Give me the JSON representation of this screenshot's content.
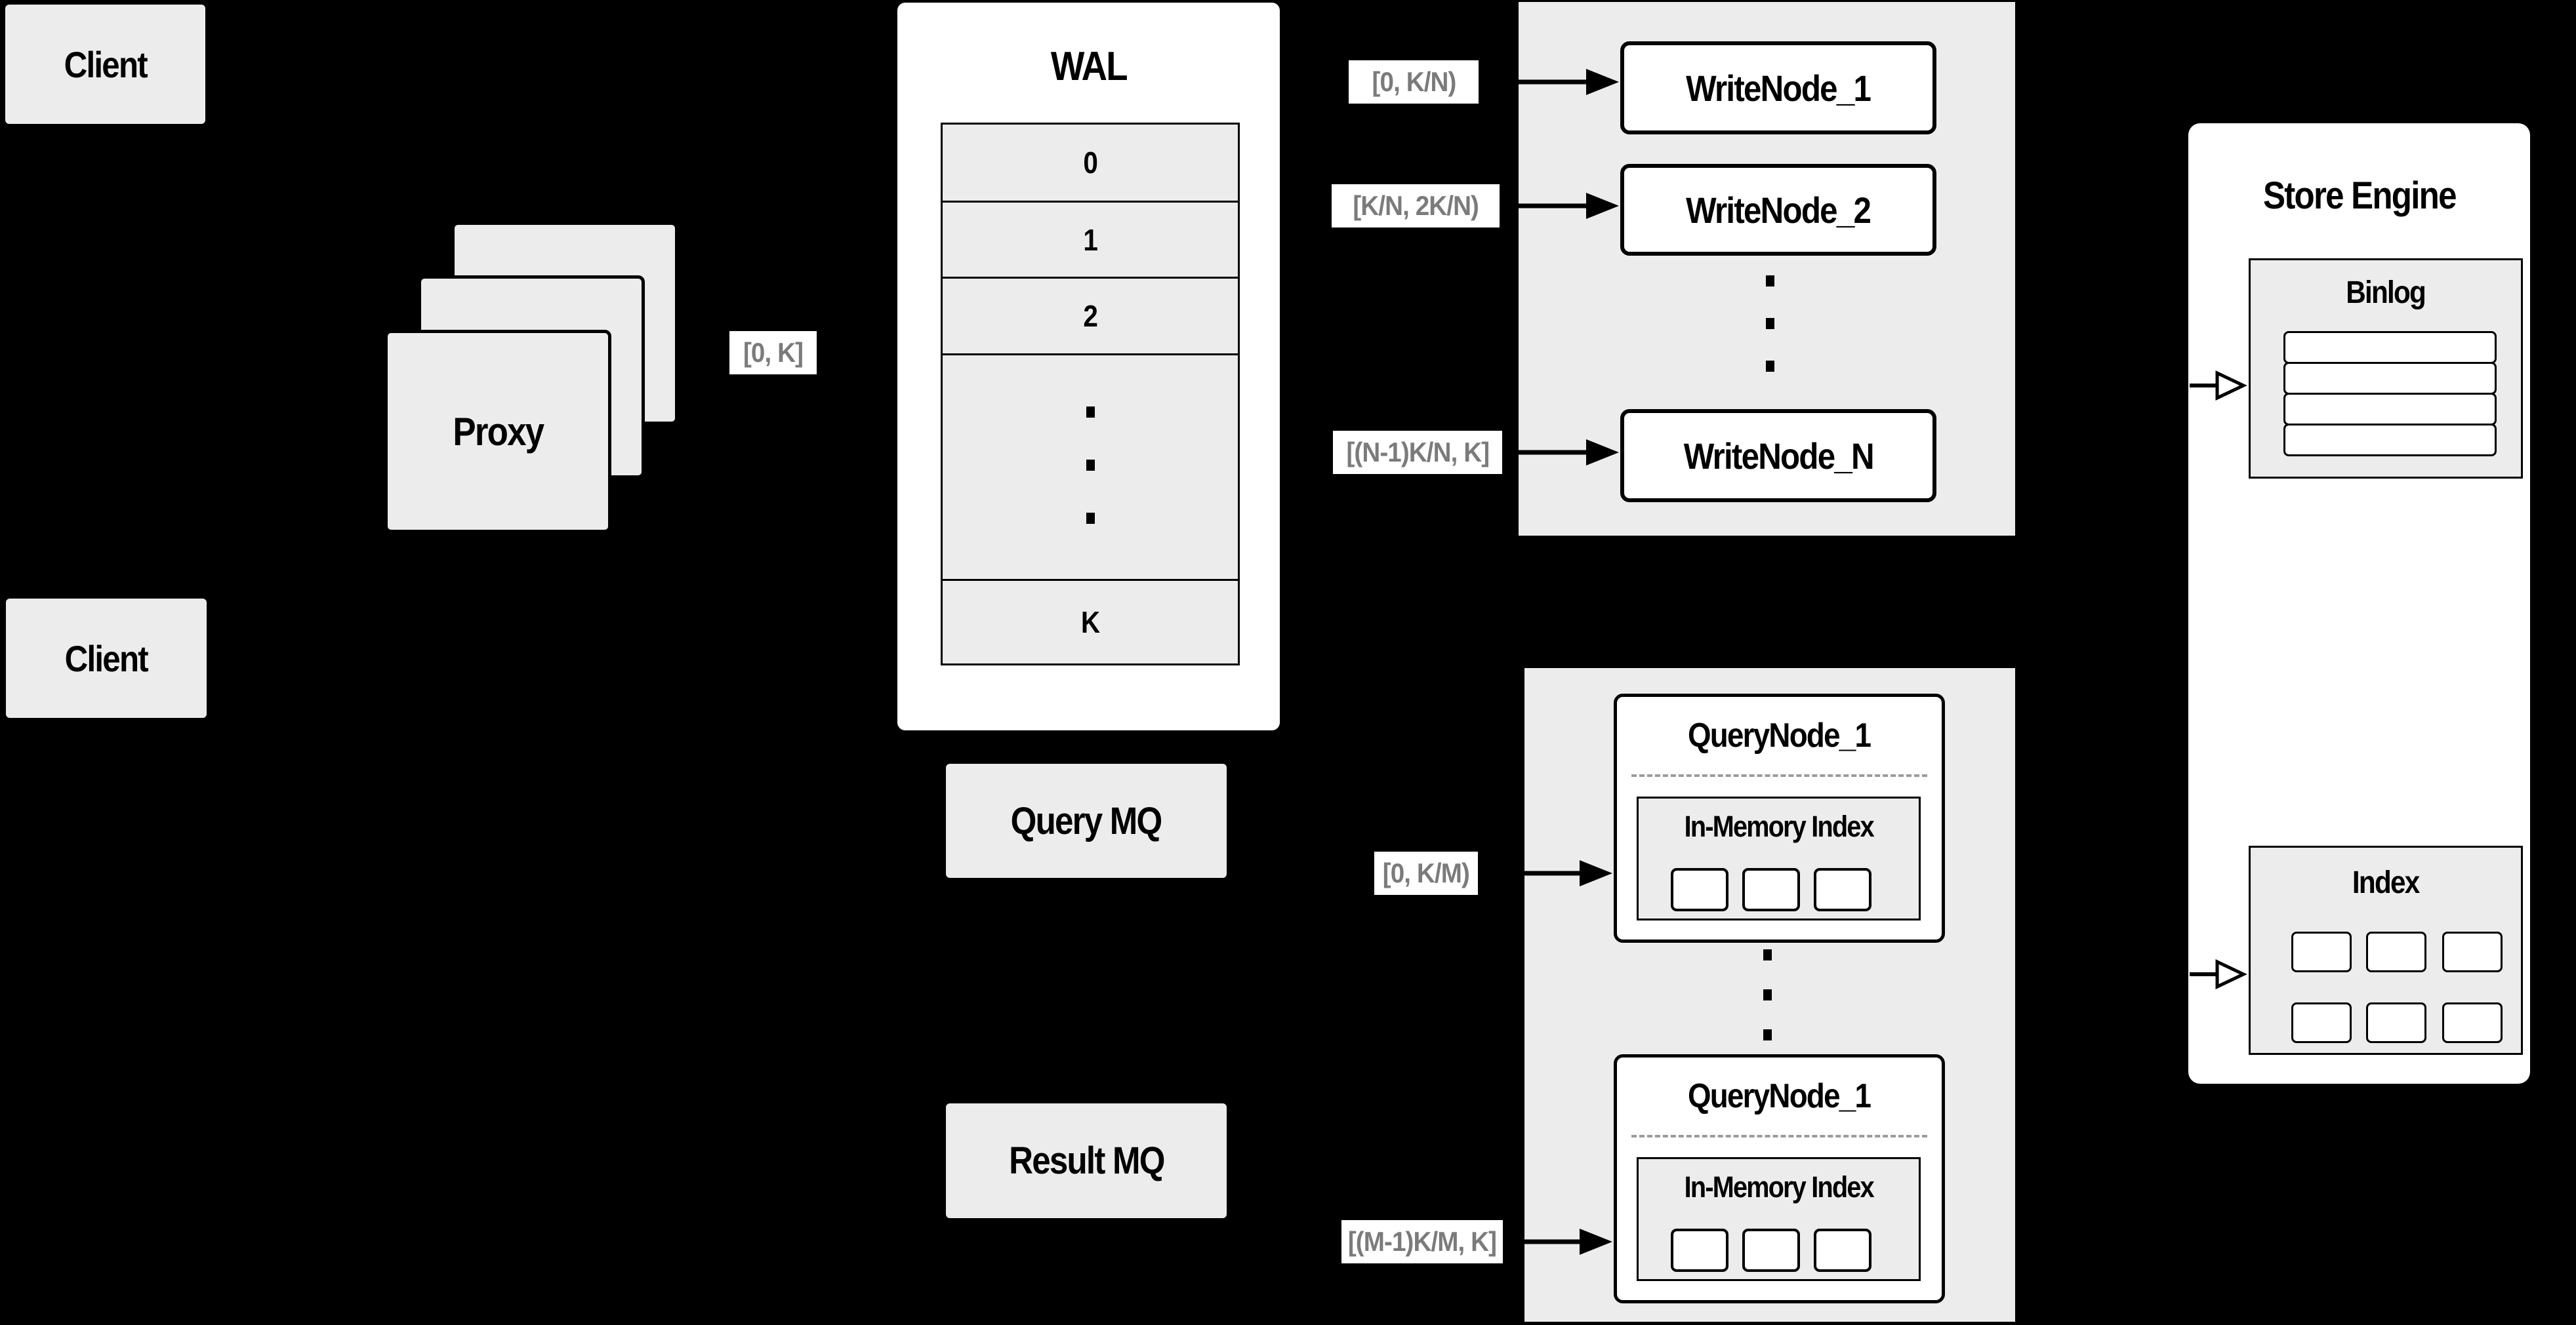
{
  "clients": {
    "top_label": "Client",
    "bottom_label": "Client"
  },
  "proxy": {
    "label": "Proxy"
  },
  "range_labels": {
    "proxy_to_wal": "[0, K]",
    "wal_to_writenode_1": "[0, K/N)",
    "wal_to_writenode_2": "[K/N, 2K/N)",
    "wal_to_writenode_n": "[(N-1)K/N, K]",
    "mq_to_querynode_top": "[0, K/M)",
    "mq_to_querynode_bottom": "[(M-1)K/M, K]"
  },
  "wal": {
    "title": "WAL",
    "rows": [
      "0",
      "1",
      "2",
      "K"
    ]
  },
  "write_nodes": {
    "node_1": "WriteNode_1",
    "node_2": "WriteNode_2",
    "node_n": "WriteNode_N"
  },
  "query_nodes": {
    "top": {
      "title": "QueryNode_1",
      "index_title": "In-Memory Index"
    },
    "bottom": {
      "title": "QueryNode_1",
      "index_title": "In-Memory Index"
    }
  },
  "mq": {
    "query_label": "Query MQ",
    "result_label": "Result MQ"
  },
  "store_engine": {
    "title": "Store Engine",
    "binlog_title": "Binlog",
    "index_title": "Index"
  },
  "colors": {
    "background": "#000000",
    "box_fill": "#ececec",
    "node_fill": "#ffffff",
    "label_text": "#7b7b7b",
    "line": "#000000"
  }
}
